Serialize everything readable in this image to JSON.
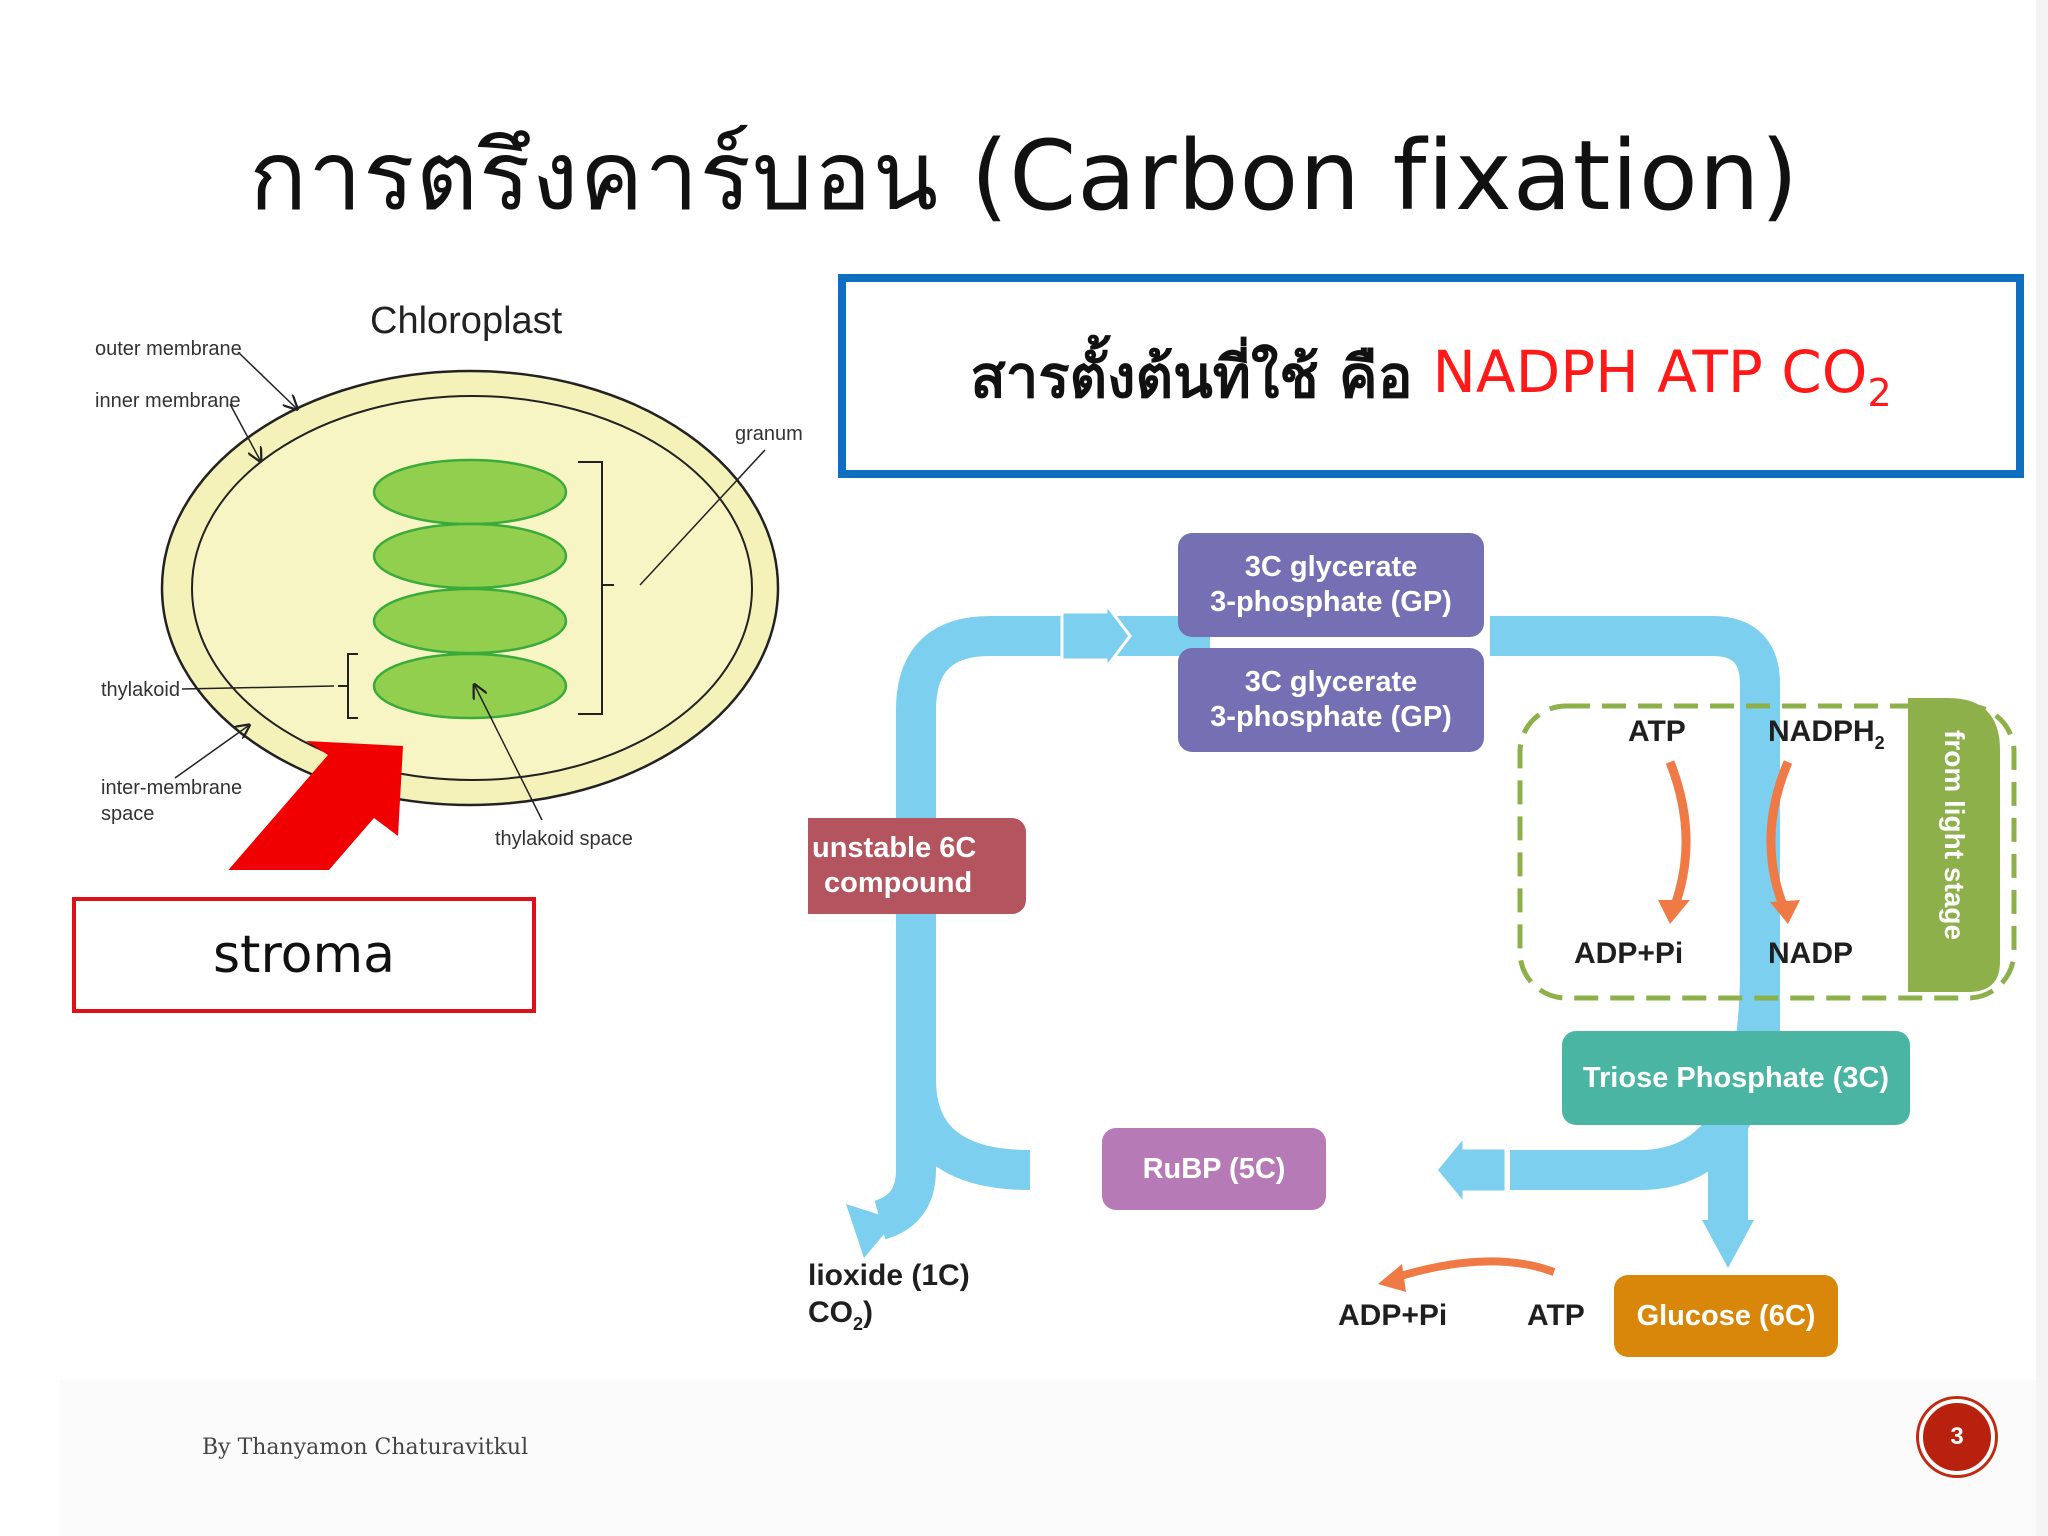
{
  "slide": {
    "title": "การตรึงคาร์บอน (Carbon fixation)",
    "author": "By Thanyamon  Chaturavitkul",
    "page": "3"
  },
  "chloroplast": {
    "title": "Chloroplast",
    "outer_membrane": "outer membrane",
    "inner_membrane": "inner membrane",
    "granum": "granum",
    "thylakoid": "thylakoid",
    "inter_membrane": "inter-membrane",
    "inter_membrane_2": "space",
    "thylakoid_space": "thylakoid space"
  },
  "callout": {
    "stroma": "stroma"
  },
  "info": {
    "prefix": "สารตั้งต้นที่ใช้ คือ",
    "highlight": "NADPH ATP CO",
    "highlight_sub": "2"
  },
  "cycle": {
    "gp_line1": "3C glycerate",
    "gp_line2": "3-phosphate (GP)",
    "unstable_line1": "unstable 6C",
    "unstable_line2": "compound",
    "atp": "ATP",
    "nadph": "NADPH",
    "nadph_sub": "2",
    "adp_pi": "ADP+Pi",
    "nadp": "NADP",
    "light_stage": "from light stage",
    "triose": "Triose Phosphate (3C)",
    "rubp": "RuBP (5C)",
    "co2_line1": "lioxide (1C)",
    "co2_line2": "CO",
    "co2_sub": "2",
    "adp_pi_2": "ADP+Pi",
    "atp_2": "ATP",
    "glucose": "Glucose (6C)"
  },
  "colors": {
    "cycle_blue": "#7ccfee",
    "gp_purple": "#7470b3",
    "unstable_red": "#b3545e",
    "rubp_purple": "#b67bb7",
    "triose_teal": "#4ab5a2",
    "glucose_orange": "#d9870a",
    "light_green": "#8db04a",
    "arrow_orange": "#f07a45",
    "stroma_arrow": "#f00000"
  }
}
